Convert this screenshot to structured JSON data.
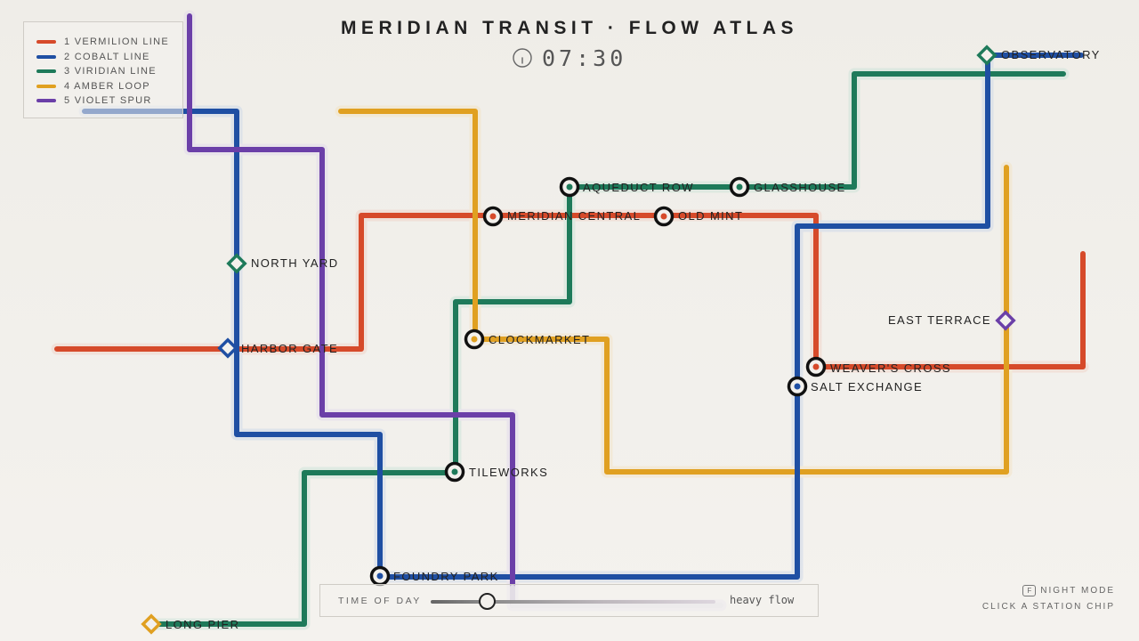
{
  "app": {
    "title": "MERIDIAN TRANSIT · FLOW ATLAS",
    "clock_time": "07:30"
  },
  "legend": [
    {
      "label": "1 VERMILION LINE",
      "color": "#d64a2a"
    },
    {
      "label": "2 COBALT LINE",
      "color": "#1f4fa3"
    },
    {
      "label": "3 VIRIDIAN LINE",
      "color": "#1e7a5a"
    },
    {
      "label": "4 AMBER LOOP",
      "color": "#e0a021"
    },
    {
      "label": "5 VIOLET SPUR",
      "color": "#6b3fa8"
    }
  ],
  "stations": [
    {
      "key": "aqueduct-row",
      "label": "AQUEDUCT ROW",
      "kind": "interchange"
    },
    {
      "key": "glasshouse",
      "label": "GLASSHOUSE",
      "kind": "interchange"
    },
    {
      "key": "meridian-central",
      "label": "MERIDIAN CENTRAL",
      "kind": "interchange"
    },
    {
      "key": "old-mint",
      "label": "OLD MINT",
      "kind": "interchange"
    },
    {
      "key": "clockmarket",
      "label": "CLOCKMARKET",
      "kind": "interchange"
    },
    {
      "key": "weavers-cross",
      "label": "WEAVER'S CROSS",
      "kind": "interchange"
    },
    {
      "key": "salt-exchange",
      "label": "SALT EXCHANGE",
      "kind": "interchange"
    },
    {
      "key": "tileworks",
      "label": "TILEWORKS",
      "kind": "interchange"
    },
    {
      "key": "foundry-park",
      "label": "FOUNDRY PARK",
      "kind": "interchange"
    },
    {
      "key": "north-yard",
      "label": "NORTH YARD",
      "kind": "terminal"
    },
    {
      "key": "harbor-gate",
      "label": "HARBOR GATE",
      "kind": "terminal"
    },
    {
      "key": "east-terrace",
      "label": "EAST TERRACE",
      "kind": "terminal"
    },
    {
      "key": "observatory",
      "label": "OBSERVATORY",
      "kind": "terminal"
    },
    {
      "key": "long-pier",
      "label": "LONG PIER",
      "kind": "terminal"
    }
  ],
  "slider": {
    "label": "TIME OF DAY",
    "value_text": "heavy flow",
    "position_fraction": 0.2
  },
  "hints": {
    "night_mode_key": "F",
    "night_mode": "NIGHT MODE",
    "click_hint": "CLICK A STATION CHIP"
  }
}
